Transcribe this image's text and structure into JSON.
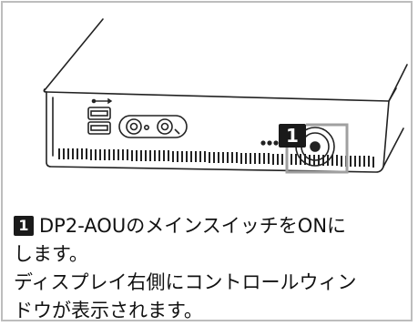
{
  "figure": {
    "callout_number": "1"
  },
  "instruction": {
    "step_number": "1",
    "line1": "DP2-AOUのメインスイッチをONに",
    "line2": "します。",
    "line3": "ディスプレイ右側にコントロールウィン",
    "line4": "ドウが表示されます。"
  }
}
